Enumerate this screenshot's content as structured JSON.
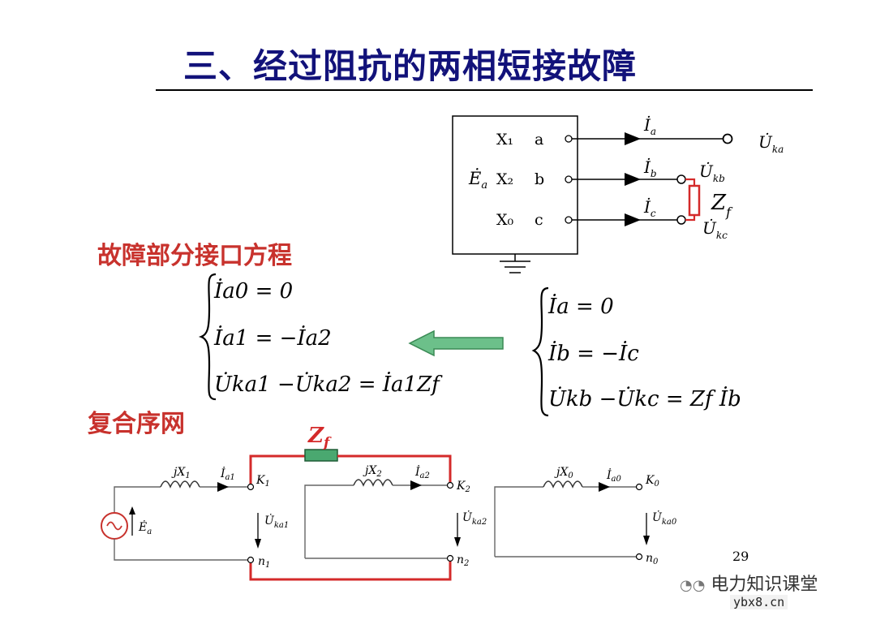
{
  "slide": {
    "title": "三、经过阻抗的两相短接故障",
    "interface_heading": "故障部分接口方程",
    "network_heading": "复合序网",
    "page_number": "29"
  },
  "watermark": {
    "brand": "电力知识课堂",
    "url": "ybx8.cn"
  },
  "colors": {
    "title": "#12127a",
    "heading": "#c8322d",
    "fault_wire": "#d42a2a",
    "impedance_fill": "#4aa870",
    "arrow_fill": "#6cc08a",
    "source": "#c8322d"
  },
  "top_diagram": {
    "phase_rows": [
      {
        "x": "X₁",
        "phase": "a"
      },
      {
        "x": "X₂",
        "phase": "b"
      },
      {
        "x": "X₀",
        "phase": "c"
      }
    ],
    "source_emf": "Ė",
    "source_sub": "a",
    "currents": [
      "İ",
      "İ",
      "İ"
    ],
    "current_subs": [
      "a",
      "b",
      "c"
    ],
    "voltages": [
      "U̇",
      "U̇",
      "U̇"
    ],
    "voltage_subs": [
      "ka",
      "kb",
      "kc"
    ],
    "impedance": "Z",
    "impedance_sub": "f"
  },
  "phase_equations": {
    "lines": [
      "İa = 0",
      "İb = −İc",
      "U̇kb −U̇kc = Zf İb"
    ]
  },
  "sequence_equations": {
    "lines": [
      "İa0 = 0",
      "İa1 = −İa2",
      "U̇ka1 −U̇ka2 = İa1Zf"
    ]
  },
  "sequence_network": {
    "impedance": "Z",
    "impedance_sub": "f",
    "source": "Ė",
    "source_sub": "a",
    "positive": {
      "reactance": "jX",
      "reactance_sub": "1",
      "current": "İ",
      "current_sub": "a1",
      "node_k": "K",
      "node_k_sub": "1",
      "voltage": "U̇",
      "voltage_sub": "ka1",
      "node_n": "n",
      "node_n_sub": "1"
    },
    "negative": {
      "reactance": "jX",
      "reactance_sub": "2",
      "current": "İ",
      "current_sub": "a2",
      "node_k": "K",
      "node_k_sub": "2",
      "voltage": "U̇",
      "voltage_sub": "ka2",
      "node_n": "n",
      "node_n_sub": "2"
    },
    "zero": {
      "reactance": "jX",
      "reactance_sub": "0",
      "current": "İ",
      "current_sub": "a0",
      "node_k": "K",
      "node_k_sub": "0",
      "voltage": "U̇",
      "voltage_sub": "ka0",
      "node_n": "n",
      "node_n_sub": "0"
    }
  }
}
